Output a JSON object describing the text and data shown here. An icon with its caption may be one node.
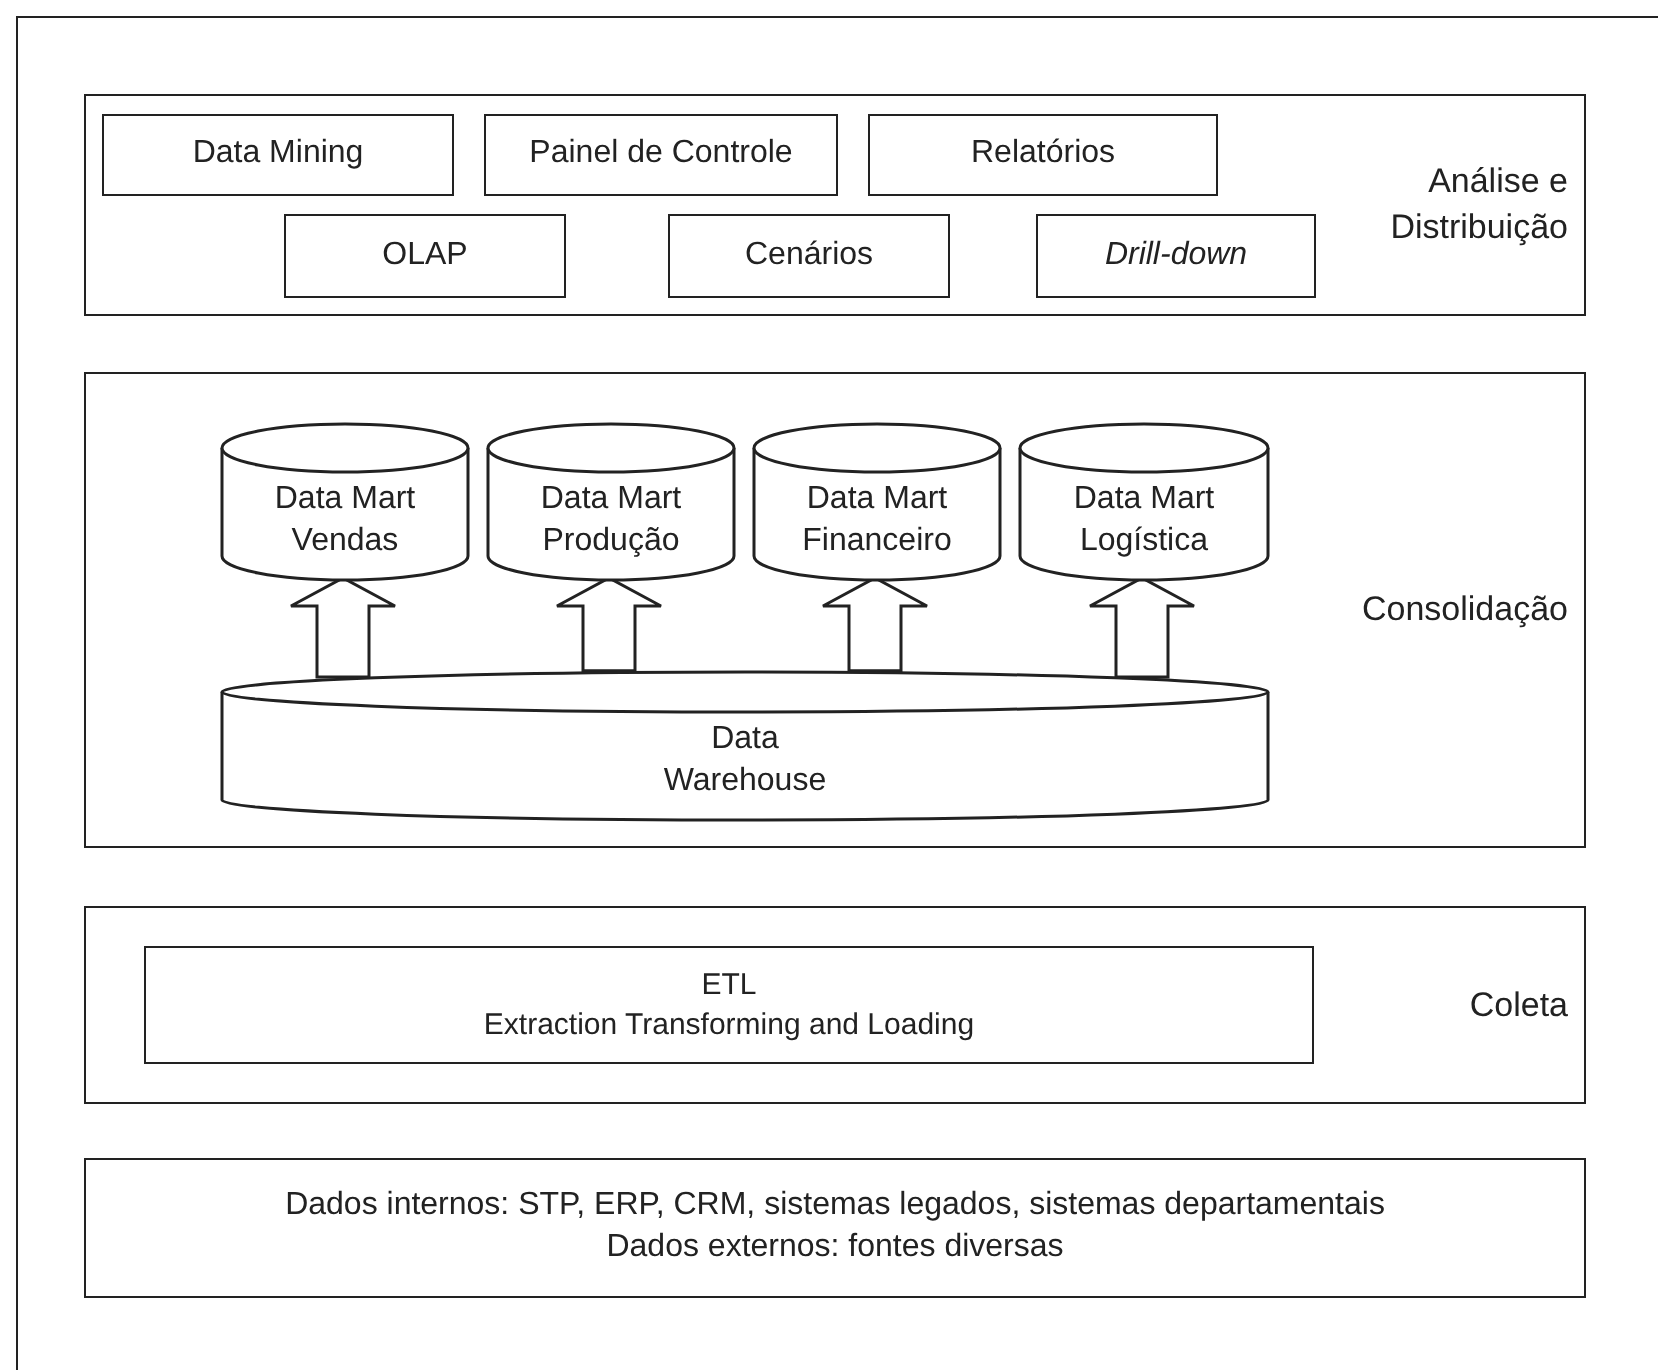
{
  "diagram": {
    "nodes": [
      {
        "text": [
          "Análise e Distribuição"
        ]
      },
      {
        "text": [
          "Data Mining"
        ],
        "in": 0
      },
      {
        "text": [
          "Painel de Controle"
        ],
        "in": 0
      },
      {
        "text": [
          "Relatórios"
        ],
        "in": 0
      },
      {
        "text": [
          "OLAP"
        ],
        "in": 0
      },
      {
        "text": [
          "Cenários"
        ],
        "in": 0
      },
      {
        "text": [
          "Drill-down"
        ],
        "in": 0
      },
      {
        "text": [
          "Consolidação"
        ]
      },
      {
        "text": [
          "Data Mart Vendas"
        ],
        "in": 7
      },
      {
        "text": [
          "Data Mart Produção"
        ],
        "in": 7
      },
      {
        "text": [
          "Data Mart Financeiro"
        ],
        "in": 7
      },
      {
        "text": [
          "Data Mart Logística"
        ],
        "in": 7
      },
      {
        "text": [
          "Data Warehouse"
        ],
        "in": 7
      },
      {
        "text": [
          "Coleta"
        ]
      },
      {
        "text": [
          "ETL",
          "Extraction Transforming and Loading"
        ],
        "in": 13
      },
      {
        "text": [
          "Dados internos: STP, ERP, CRM, sistemas legados, sistemas departamentais Dados externos: fontes diversas"
        ]
      }
    ],
    "edges": [
      {
        "from": 12,
        "to": 8,
        "arrow": "to"
      },
      {
        "from": 12,
        "to": 9,
        "arrow": "to"
      },
      {
        "from": 12,
        "to": 10,
        "arrow": "to"
      },
      {
        "from": 12,
        "to": 11,
        "arrow": "to"
      }
    ]
  }
}
